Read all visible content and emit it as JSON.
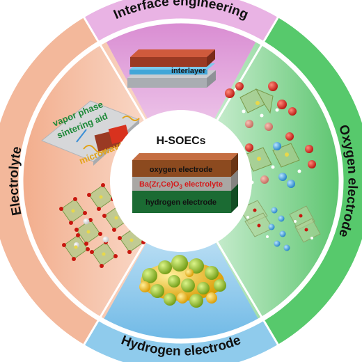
{
  "center": {
    "title": "H-SOECs",
    "layers": {
      "oxygen_electrode": "oxygen electrode",
      "electrolyte_prefix": "Ba(Zr,Ce)O",
      "electrolyte_sub": "3",
      "electrolyte_suffix": " electrolyte",
      "hydrogen_electrode": "hydrogen electrode"
    }
  },
  "sections": {
    "interface": {
      "title": "Interface engineering",
      "inner_label": "interlayer"
    },
    "oxygen": {
      "title": "Oxygen electrode"
    },
    "hydrogen": {
      "title": "Hydrogen  electrode"
    },
    "electrolyte": {
      "title": "Electrolyte",
      "sheet_line1": "vapor phase",
      "sheet_line2": "sintering aid",
      "sheet_line3": "microwave"
    }
  },
  "colors": {
    "interface": "#e9b3e4",
    "oxygen": "#57c96c",
    "hydrogen": "#8fcbec",
    "electrolyte": "#f3b89b",
    "oxygen_layer": "#8c4a1f",
    "electrolyte_layer": "#a9a7a4",
    "hydrogen_layer": "#1b6b33"
  }
}
